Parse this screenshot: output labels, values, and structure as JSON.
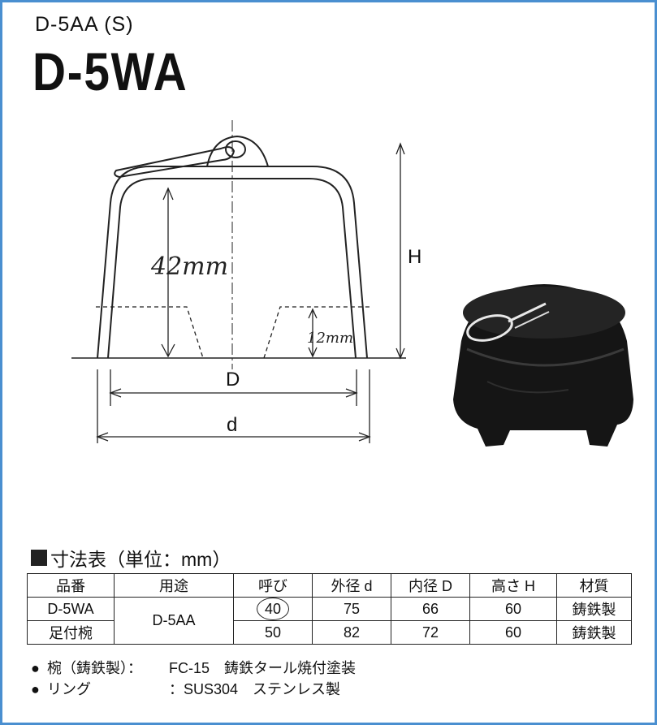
{
  "header": {
    "subtitle": "D-5AA (S)",
    "title": "D-5WA"
  },
  "drawing": {
    "label_h": "H",
    "label_D": "D",
    "label_d": "d",
    "annotation_42": "42mm",
    "annotation_12": "12mm"
  },
  "section": {
    "heading": "寸法表（単位：mm）"
  },
  "table": {
    "headers": [
      "品番",
      "用途",
      "呼び",
      "外径 d",
      "内径 D",
      "高さ H",
      "材質"
    ],
    "model_line1": "D-5WA",
    "model_line2": "足付椀",
    "use": "D-5AA",
    "rows": [
      {
        "nominal": "40",
        "outer": "75",
        "inner": "66",
        "height": "60",
        "material": "鋳鉄製"
      },
      {
        "nominal": "50",
        "outer": "82",
        "inner": "72",
        "height": "60",
        "material": "鋳鉄製"
      }
    ]
  },
  "notes": [
    {
      "bullet": "●",
      "label": "椀（鋳鉄製）：",
      "value": "FC-15　鋳鉄タール焼付塗装"
    },
    {
      "bullet": "●",
      "label": "リング",
      "value": "：SUS304　ステンレス製"
    }
  ]
}
